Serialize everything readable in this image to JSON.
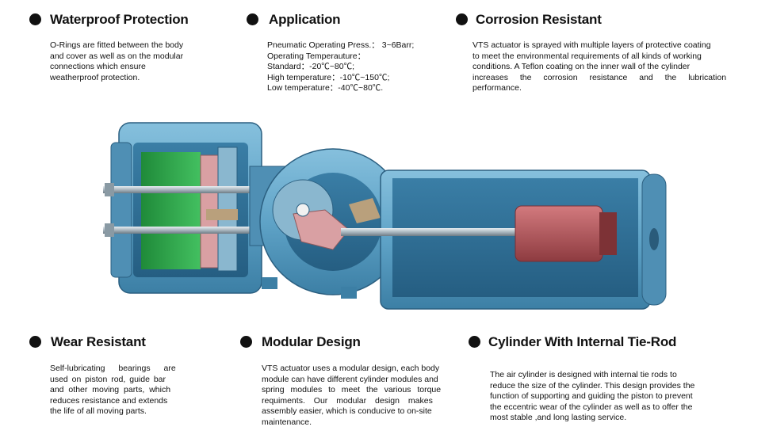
{
  "features": {
    "waterproof": {
      "title": "Waterproof Protection",
      "lines": [
        "O-Rings are fitted between the body",
        "and cover as well as on the modular",
        "connections which ensure",
        "weatherproof protection."
      ]
    },
    "application": {
      "title": "Application",
      "lines": [
        "Pneumatic Operating Press.： 3~6Barr;",
        "Operating Temperauture：",
        "Standard：-20℃~80℃;",
        "High temperature：-10℃~150℃;",
        "Low temperature：-40℃~80℃."
      ]
    },
    "corrosion": {
      "title": "Corrosion Resistant",
      "lines": [
        "VTS actuator is sprayed with multiple layers of protective coating",
        "to meet the environmental requirements of all kinds of working",
        "conditions. A Teflon coating on the inner wall of the cylinder",
        "increases the corrosion resistance and the lubrication",
        "performance."
      ]
    },
    "wear": {
      "title": "Wear Resistant",
      "lines": [
        "Self-lubricating bearings are",
        "used on piston rod, guide bar",
        "and other moving parts, which",
        "reduces resistance and extends",
        "the life of all moving parts."
      ]
    },
    "modular": {
      "title": "Modular Design",
      "lines": [
        "VTS actuator uses a modular design, each body",
        "module can have different cylinder modules and",
        "spring modules to meet the various torque",
        "requiments. Our modular design makes",
        "assembly easier, which is conducive to on-site",
        "maintenance."
      ]
    },
    "tierod": {
      "title": "Cylinder With Internal Tie-Rod",
      "lines": [
        "The air cylinder is designed with internal tie rods to",
        "reduce the size of the cylinder. This design provides the",
        "function of supporting and guiding the piston to prevent",
        "the eccentric wear of the cylinder as well as to offer the",
        "most stable ,and long lasting service."
      ]
    }
  },
  "colors": {
    "body_blue": "#5fa3c7",
    "body_dark": "#2f6f93",
    "spring_green": "#2fa84a",
    "piston_red": "#b8555a",
    "gear_pink": "#d9a0a3"
  },
  "illustration": {
    "icon": "pneumatic-actuator-cutaway-icon"
  }
}
